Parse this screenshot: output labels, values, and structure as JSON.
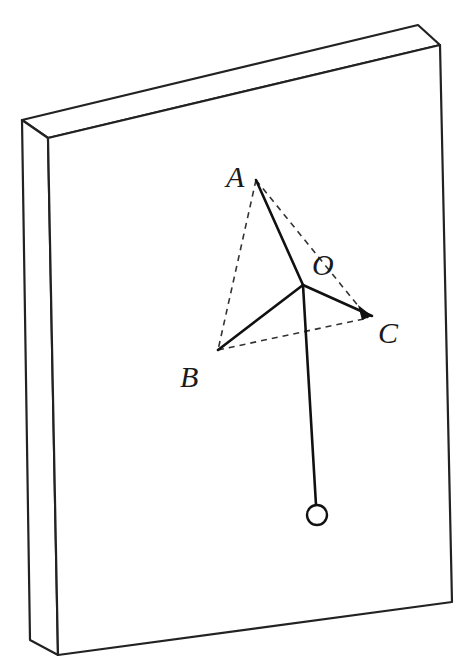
{
  "diagram": {
    "labels": [
      "A",
      "O",
      "B",
      "C"
    ]
  }
}
